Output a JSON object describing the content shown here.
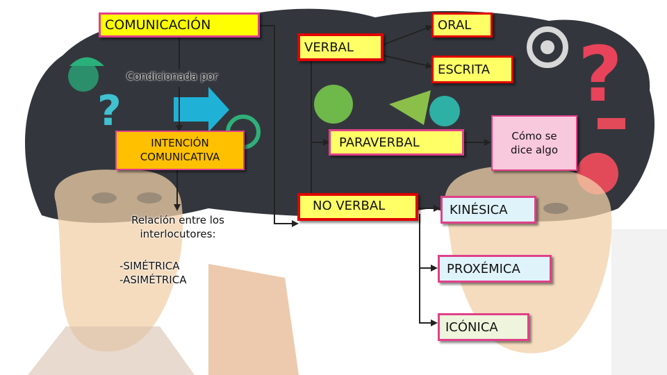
{
  "nodes": {
    "comunicacion": "COMUNICACIÓN",
    "condicionada": "Condicionada por",
    "intencion": "INTENCIÓN COMUNICATIVA",
    "relacion": "Relación entre los interlocutores:",
    "simetrica": "-SIMÉTRICA",
    "asimetrica": "-ASIMÉTRICA",
    "verbal": "VERBAL",
    "oral": "ORAL",
    "escrita": "ESCRITA",
    "paraverbal": "PARAVERBAL",
    "como": "Cómo se dice algo",
    "noverbal": "NO VERBAL",
    "kinesica": "KINÉSICA",
    "proxemica": "PROXÉMICA",
    "iconica": "ICÓNICA"
  },
  "colors": {
    "yellow": "#ffff00",
    "light_yellow": "#ffff66",
    "orange": "#ffc000",
    "red": "#e00000",
    "pink": "#e0408a",
    "light_pink": "#f8c8dc",
    "light_cyan": "#dff3fa",
    "light_green": "#eef5dc",
    "mint": "#e4f5f1"
  }
}
